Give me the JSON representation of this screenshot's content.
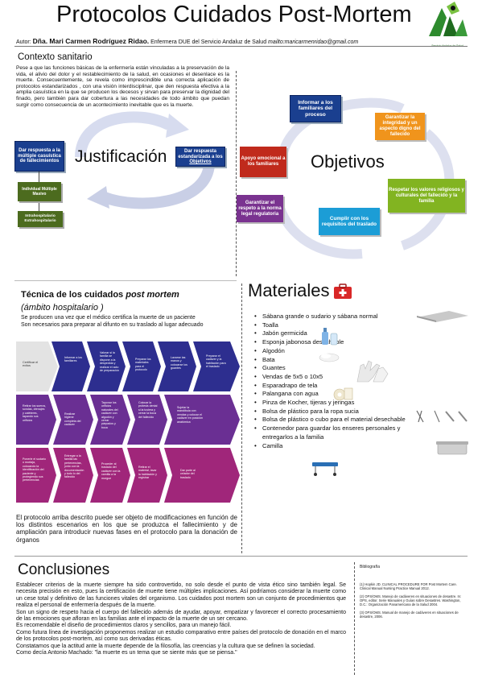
{
  "header": {
    "title": "Protocolos Cuidados Post-Mortem",
    "author_prefix": "Autor:",
    "author_name": "Dña. Mari Carmen Rodríguez Ridao.",
    "author_role": "Enfermera DUE del Servicio Andaluz de Salud",
    "author_email": "mailto:maricarmenridao@gmail.com",
    "logo_caption": "Servicio Andaluz de Salud"
  },
  "contexto": {
    "title": "Contexto sanitario",
    "text": "Pese a que las funciones básicas de la enfermería están vinculadas a la preservación de la vida, el alivio del dolor y el restablecimiento de la salud, en ocasiones el desenlace es la muerte. Consecuentemente, se revela como imprescindible una correcta aplicación de protocolos estandarizados , con una visión interdisciplinar, que den respuesta efectiva a la amplia casuística en la que se producen los decesos y sirvan para preservar la dignidad del finado, pero también para dar cobertura a las necesidades de todo ámbito que puedan surgir como consecuencia de un acontecimiento inevitable que es la muerte."
  },
  "justificacion": {
    "word": "Justificación",
    "box_respuesta": "Dar respuesta a la múltiple casuística de fallecimientos",
    "box_individual": "Individual Múltiple Masivo",
    "box_intra": "Intrahospitalario Extrahospitalario",
    "box_estandar_prefix": "Dar respuesta estandarizada a los",
    "box_estandar_link": "Objetivos"
  },
  "objetivos": {
    "word": "Objetivos",
    "informar": "Informar a los familiares del proceso",
    "garantizar_integridad": "Garantizar la integridad y un aspecto digno del fallecido",
    "respetar": "Respetar los valores religiosos y culturales del fallecido y la familia",
    "cumplir": "Cumplir con los requisitos del traslado",
    "garantizar_respeto": "Garantizar el respeto a la norma legal regulatoria",
    "apoyo": "Apoyo emocional a los familiares"
  },
  "tecnica": {
    "title": "Técnica de los cuidados",
    "title_italic": "post mortem",
    "subtitle": "(ámbito hospitalario )",
    "line1": "Se producen una vez que el médico certifica la muerte de un paciente",
    "line2": "Son necesarios para preparar al difunto en su traslado al lugar adecuado",
    "start": "Certificar el exitus",
    "row1": [
      "Informar a los familiares",
      "Valorar si la familia se dispone a la despedida y realizar el acto de preparación",
      "Preparar los materiales para el protocolo",
      "Lavarse las manos y colocarse los guantes",
      "Preparar el cadáver y la habitación para el traslado"
    ],
    "row2": [
      "Retirar los sueros, sondas, drenajes y catéteres, tapando sus orificios",
      "Realizar higiene completa del cadáver",
      "Taponar los orificios naturales del cadáver con algodón y cerrar párpados y boca",
      "Colocar la prótesis dental si la tuviera y cerrar la boca del fallecido",
      "Sujetar la mandíbula con vendas y colocar el cadáver en posición anatómica"
    ],
    "row3": [
      "Ponerle el sudario o mortaja, colocando la identificación del paciente y protegiendo sus pertenencias",
      "Entregar a la familia las pertenencias, junto con la documentación y todo lo del fallecido",
      "Proceder al traslado del cadáver con la camilla a la morgue",
      "Retirar el material, lavar la habitación y registrar",
      "Dar parte al celador del traslado"
    ],
    "footer": "El protocolo arriba descrito puede ser objeto de modificaciones en función de los distintos escenarios en los que se produzca el fallecimiento y de ampliación para introducir nuevas fases en el protocolo para la donación de órganos"
  },
  "materiales": {
    "title": "Materiales",
    "items": [
      "Sábana grande o sudario y sábana normal",
      "Toalla",
      "Jabón germicida",
      "Esponja jabonosa desechable",
      "Algodón",
      "Bata",
      "Guantes",
      "Vendas de 5x5 o 10x5",
      "Esparadrapo de tela",
      "Palangana con agua",
      "Pinza de Kocher, tijeras y jeringas",
      "Bolsa de plástico para la ropa sucia",
      "Bolsa de plástico o cubo para el material desechable",
      "Contenedor para guardar los enseres personales y entregarlos a la familia",
      "Camilla"
    ]
  },
  "conclusiones": {
    "title": "Conclusiones",
    "paragraphs": [
      "Establecer criterios de la muerte siempre ha sido controvertido, no solo desde el punto de vista ético sino también legal. Se necesita precisión en esto, pues la certificación de muerte tiene múltiples implicaciones. Así podríamos considerar la muerte como un cese total y definitivo de las funciones vitales del organismo. Los cuidados post mortem son un conjunto de procedimientos que realiza el personal de enfermería después de la muerte.",
      "Son un signo de respeto hacia el cuerpo del fallecido además de ayudar, apoyar, empatizar y favorecer el correcto procesamiento de las emociones que afloran en las familias ante el impacto de la muerte de un ser cercano.",
      "Es recomendable el diseño de procedimientos claros y sencillos, para un manejo fácil.",
      "Como futura línea de investigación proponemos realizar un estudio comparativo entre países del protocolo de donación en el marco de los protocolos post-mortem, así como sus derivadas éticas.",
      "Constatamos que la actitud ante la muerte depende de la filosofía, las creencias y la cultura que se definen la sociedad.",
      "Como decía Antonio Machado: \"la muerte es un tema que se siente más que se piensa.\""
    ]
  },
  "bibliografia": {
    "title": "Bibliografía",
    "entries": [
      "(1) Hopkin JD. CLINICAL PROCEDURE FOR Post Mortem Care. Clinical Manual Nursing Practice Manual 2012.",
      "(2) OPS/OMS. Manejo de cadáveres en situaciones de desastre. In: OPS, editor. Serie Manuales y Guías sobre Desastres. Washington, D.C.: Organización Panamericana de la Salud 2004.",
      "(3) OPS/OMS. Manual de manejo de cadáveres en situaciones de desastre, 2006."
    ]
  },
  "colors": {
    "blue": "#1a3f8f",
    "green": "#4c6b1e",
    "orange": "#f0941c",
    "red": "#c02a1c",
    "purple": "#7a3390",
    "lime": "#82b421",
    "cyan": "#1c9dd6"
  }
}
